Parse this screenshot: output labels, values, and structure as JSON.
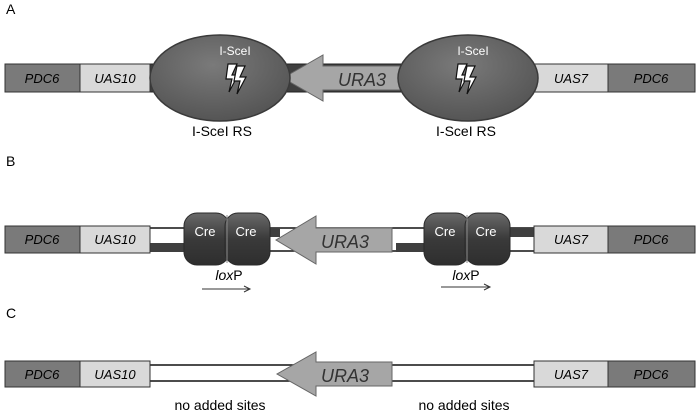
{
  "panels": [
    {
      "letter": "A",
      "left_gene": "PDC6",
      "left_uas": "UAS10",
      "marker": "URA3",
      "right_uas": "UAS7",
      "right_gene": "PDC6",
      "enzyme_left": "I-SceI",
      "enzyme_right": "I-SceI",
      "site_left": "I-SceI RS",
      "site_right": "I-SceI RS"
    },
    {
      "letter": "B",
      "left_gene": "PDC6",
      "left_uas": "UAS10",
      "marker": "URA3",
      "right_uas": "UAS7",
      "right_gene": "PDC6",
      "cre_labels": [
        "Cre",
        "Cre",
        "Cre",
        "Cre"
      ],
      "lox_prefix": "lox",
      "lox_suffix": "P"
    },
    {
      "letter": "C",
      "left_gene": "PDC6",
      "left_uas": "UAS10",
      "marker": "URA3",
      "right_uas": "UAS7",
      "right_gene": "PDC6",
      "note_left": "no added sites",
      "note_right": "no added sites"
    }
  ],
  "colors": {
    "gene": "#7a7a7a",
    "uas": "#d9d9d9",
    "dark_bar": "#3f3f3f",
    "arrow": "#a6a6a6",
    "enzyme": "#595959",
    "cre": "#404040"
  }
}
